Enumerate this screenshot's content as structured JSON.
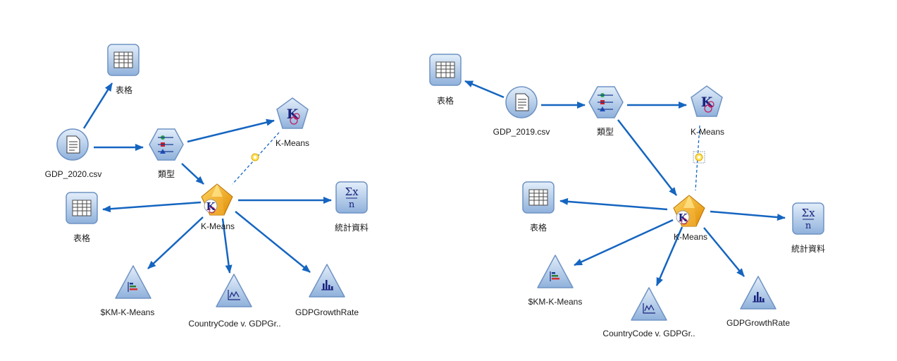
{
  "left_stream": {
    "source": "GDP_2020.csv",
    "table_top": "表格",
    "type": "類型",
    "kmeans_build": "K-Means",
    "kmeans_model": "K-Means",
    "table_left": "表格",
    "stats": "統計資料",
    "dist": "$KM-K-Means",
    "plot": "CountryCode v. GDPGr..",
    "hist": "GDPGrowthRate"
  },
  "right_stream": {
    "source": "GDP_2019.csv",
    "table_top": "表格",
    "type": "類型",
    "kmeans_build": "K-Means",
    "kmeans_model": "K-Means",
    "table_left": "表格",
    "stats": "統計資料",
    "dist": "$KM-K-Means",
    "plot": "CountryCode v. GDPGr..",
    "hist": "GDPGrowthRate"
  },
  "colors": {
    "arrow": "#1565c0",
    "node_fill": "#a9c6e8",
    "node_stroke": "#5b86bd",
    "nugget": "#f0a81e"
  }
}
